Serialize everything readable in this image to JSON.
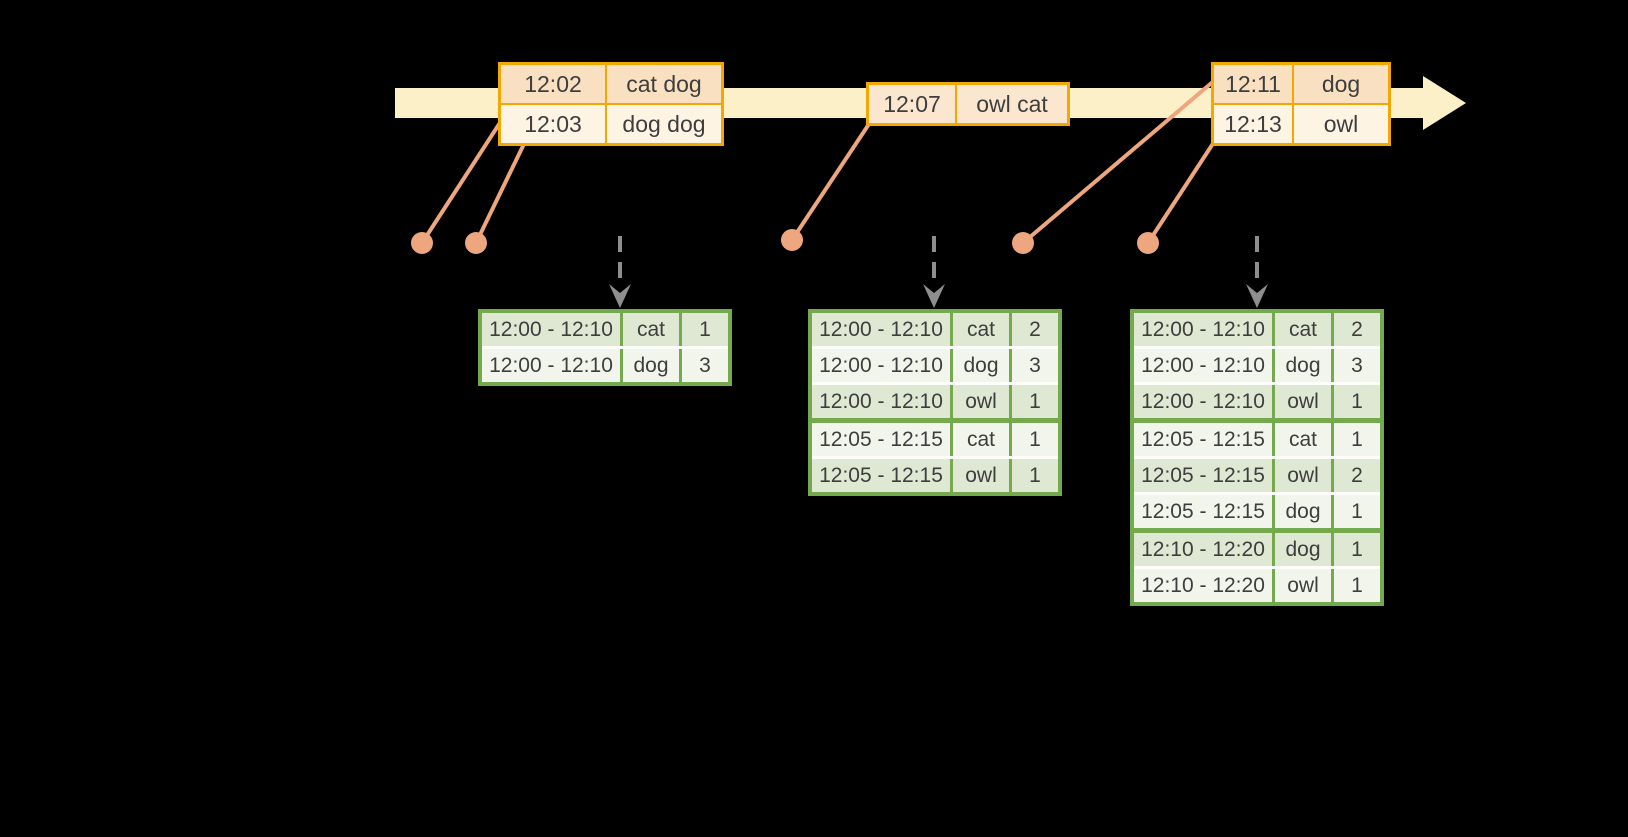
{
  "colors": {
    "background": "#000000",
    "timeline_fill": "#FCF0C8",
    "event_box_border": "#F2A702",
    "event_row_dark": "#F9E0C0",
    "event_row_light": "#FDF4E4",
    "event_row_single": "#FBE7CF",
    "connector_salmon": "#EDA67D",
    "trigger_arrow_gray": "#8E8E8E",
    "table_border_green": "#74A94E",
    "table_row_dark": "#DEE8D2",
    "table_row_light": "#F2F5EC",
    "text": "#3E3E3E"
  },
  "event_boxes": [
    {
      "rows": [
        {
          "time": "12:02",
          "words": "cat dog"
        },
        {
          "time": "12:03",
          "words": "dog dog"
        }
      ]
    },
    {
      "rows": [
        {
          "time": "12:07",
          "words": "owl cat"
        }
      ]
    },
    {
      "rows": [
        {
          "time": "12:11",
          "words": "dog"
        },
        {
          "time": "12:13",
          "words": "owl"
        }
      ]
    }
  ],
  "result_tables": [
    {
      "rows": [
        {
          "window": "12:00 - 12:10",
          "word": "cat",
          "count": "1"
        },
        {
          "window": "12:00 - 12:10",
          "word": "dog",
          "count": "3"
        }
      ]
    },
    {
      "rows": [
        {
          "window": "12:00 - 12:10",
          "word": "cat",
          "count": "2"
        },
        {
          "window": "12:00 - 12:10",
          "word": "dog",
          "count": "3"
        },
        {
          "window": "12:00 - 12:10",
          "word": "owl",
          "count": "1"
        },
        {
          "window": "12:05 - 12:15",
          "word": "cat",
          "count": "1"
        },
        {
          "window": "12:05 - 12:15",
          "word": "owl",
          "count": "1"
        }
      ]
    },
    {
      "rows": [
        {
          "window": "12:00 - 12:10",
          "word": "cat",
          "count": "2"
        },
        {
          "window": "12:00 - 12:10",
          "word": "dog",
          "count": "3"
        },
        {
          "window": "12:00 - 12:10",
          "word": "owl",
          "count": "1"
        },
        {
          "window": "12:05 - 12:15",
          "word": "cat",
          "count": "1"
        },
        {
          "window": "12:05 - 12:15",
          "word": "owl",
          "count": "2"
        },
        {
          "window": "12:05 - 12:15",
          "word": "dog",
          "count": "1"
        },
        {
          "window": "12:10 - 12:20",
          "word": "dog",
          "count": "1"
        },
        {
          "window": "12:10 - 12:20",
          "word": "owl",
          "count": "1"
        }
      ]
    }
  ]
}
